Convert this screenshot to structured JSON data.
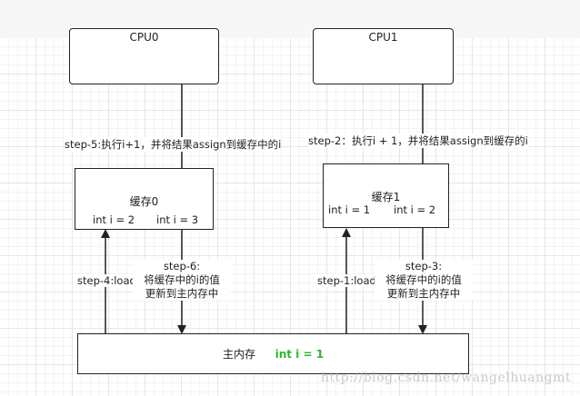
{
  "cpu0": {
    "label": "CPU0"
  },
  "cpu1": {
    "label": "CPU1"
  },
  "cache0": {
    "title": "缓存0",
    "left_value": "int i = 2",
    "right_value": "int i = 3"
  },
  "cache1": {
    "title": "缓存1",
    "left_value": "int i = 1",
    "right_value": "int i = 2"
  },
  "main_memory": {
    "label": "主内存",
    "value": "int i = 1",
    "value_color": "#2db52d"
  },
  "steps": {
    "step1": "step-1:load",
    "step2": "step-2：执行i + 1，并将结果assign到缓存的i",
    "step3_line1": "step-3:",
    "step3_line2": "将缓存中的i的值",
    "step3_line3": "更新到主内存中",
    "step4": "step-4:load",
    "step5": "step-5:执行i+1，并将结果assign到缓存中的i",
    "step6_line1": "step-6:",
    "step6_line2": "将缓存中的i的值",
    "step6_line3": "更新到主内存中"
  },
  "watermark": "http://blog.csdn.net/wangelhuangmt"
}
